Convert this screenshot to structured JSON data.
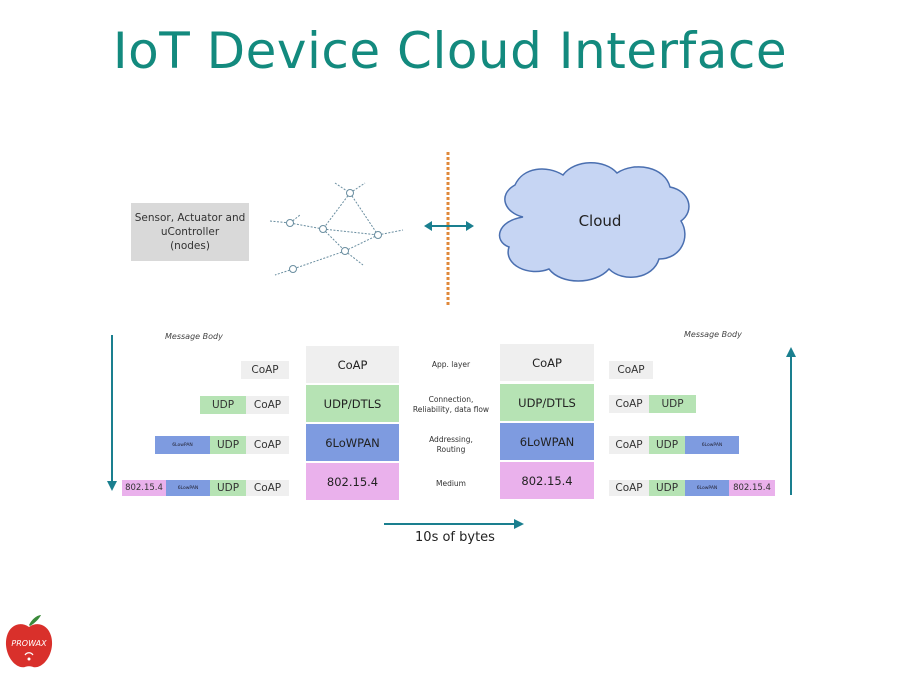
{
  "title": "IoT Device Cloud Interface",
  "nodes_label": "Sensor, Actuator and\nuController\n(nodes)",
  "cloud_label": "Cloud",
  "message_body_left": "Message Body",
  "message_body_right": "Message Body",
  "layers": {
    "coap": "CoAP",
    "udp": "UDP",
    "lowpan_small": "6LowPAN",
    "ieee": "802.15.4",
    "udp_dtls": "UDP/DTLS",
    "lowpan": "6LoWPAN"
  },
  "middle_labels": {
    "app": "App. layer",
    "connection": "Connection,\nReliability, data flow",
    "addressing": "Addressing,\nRouting",
    "medium": "Medium"
  },
  "bytes_label": "10s of bytes",
  "logo_text": "PROWAX",
  "colors": {
    "title": "#138a7e",
    "arrow": "#1a7f8f",
    "coap": "#efefef",
    "udp": "#b6e3b4",
    "lowpan": "#7e9be0",
    "ieee": "#eab1ec",
    "cloud": "#c6d5f3",
    "logo": "#d9302b"
  }
}
